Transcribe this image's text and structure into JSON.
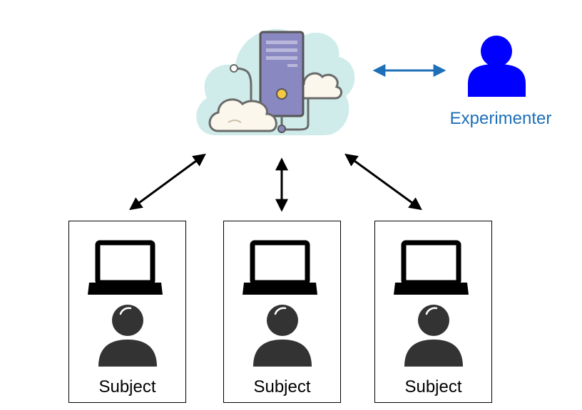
{
  "experimenter": {
    "label": "Experimenter",
    "icon": "person-icon",
    "color": "#0000ff",
    "label_color": "#1e6fb8"
  },
  "server": {
    "icon": "cloud-server-icon",
    "cloud_color": "#cfecea",
    "tower_color": "#8a88c0"
  },
  "subjects": [
    {
      "label": "Subject",
      "laptop_icon": "laptop-icon",
      "person_icon": "person-icon"
    },
    {
      "label": "Subject",
      "laptop_icon": "laptop-icon",
      "person_icon": "person-icon"
    },
    {
      "label": "Subject",
      "laptop_icon": "laptop-icon",
      "person_icon": "person-icon"
    }
  ],
  "connections": {
    "experimenter_arrow_color": "#1e6fb8",
    "subject_arrow_color": "#000000"
  }
}
